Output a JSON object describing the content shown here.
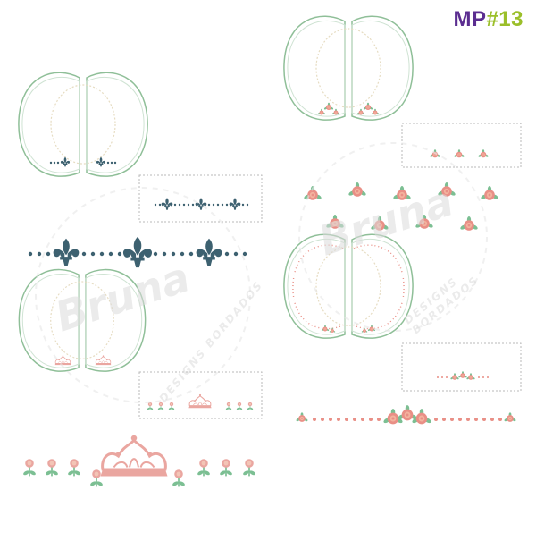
{
  "badge": {
    "prefix": "MP",
    "number": "#13"
  },
  "watermark": {
    "brand": "Bruna",
    "tagline": "DESIGNS BORDADOS"
  },
  "colors": {
    "collar_outline": "#8fbf98",
    "collar_inner": "#d9e6c9",
    "fleur": "#3d6170",
    "rose_pink": "#e98f86",
    "rose_center": "#f3b39e",
    "leaf_green": "#7cbf93",
    "crown_pink": "#eaa6a0",
    "dash_box": "#b9b9b9",
    "badge_purple": "#5b2d90",
    "badge_green": "#9bbf2a"
  },
  "icons": [
    "fleur-de-lis-icon",
    "rose-icon",
    "crown-icon",
    "dot-icon"
  ]
}
